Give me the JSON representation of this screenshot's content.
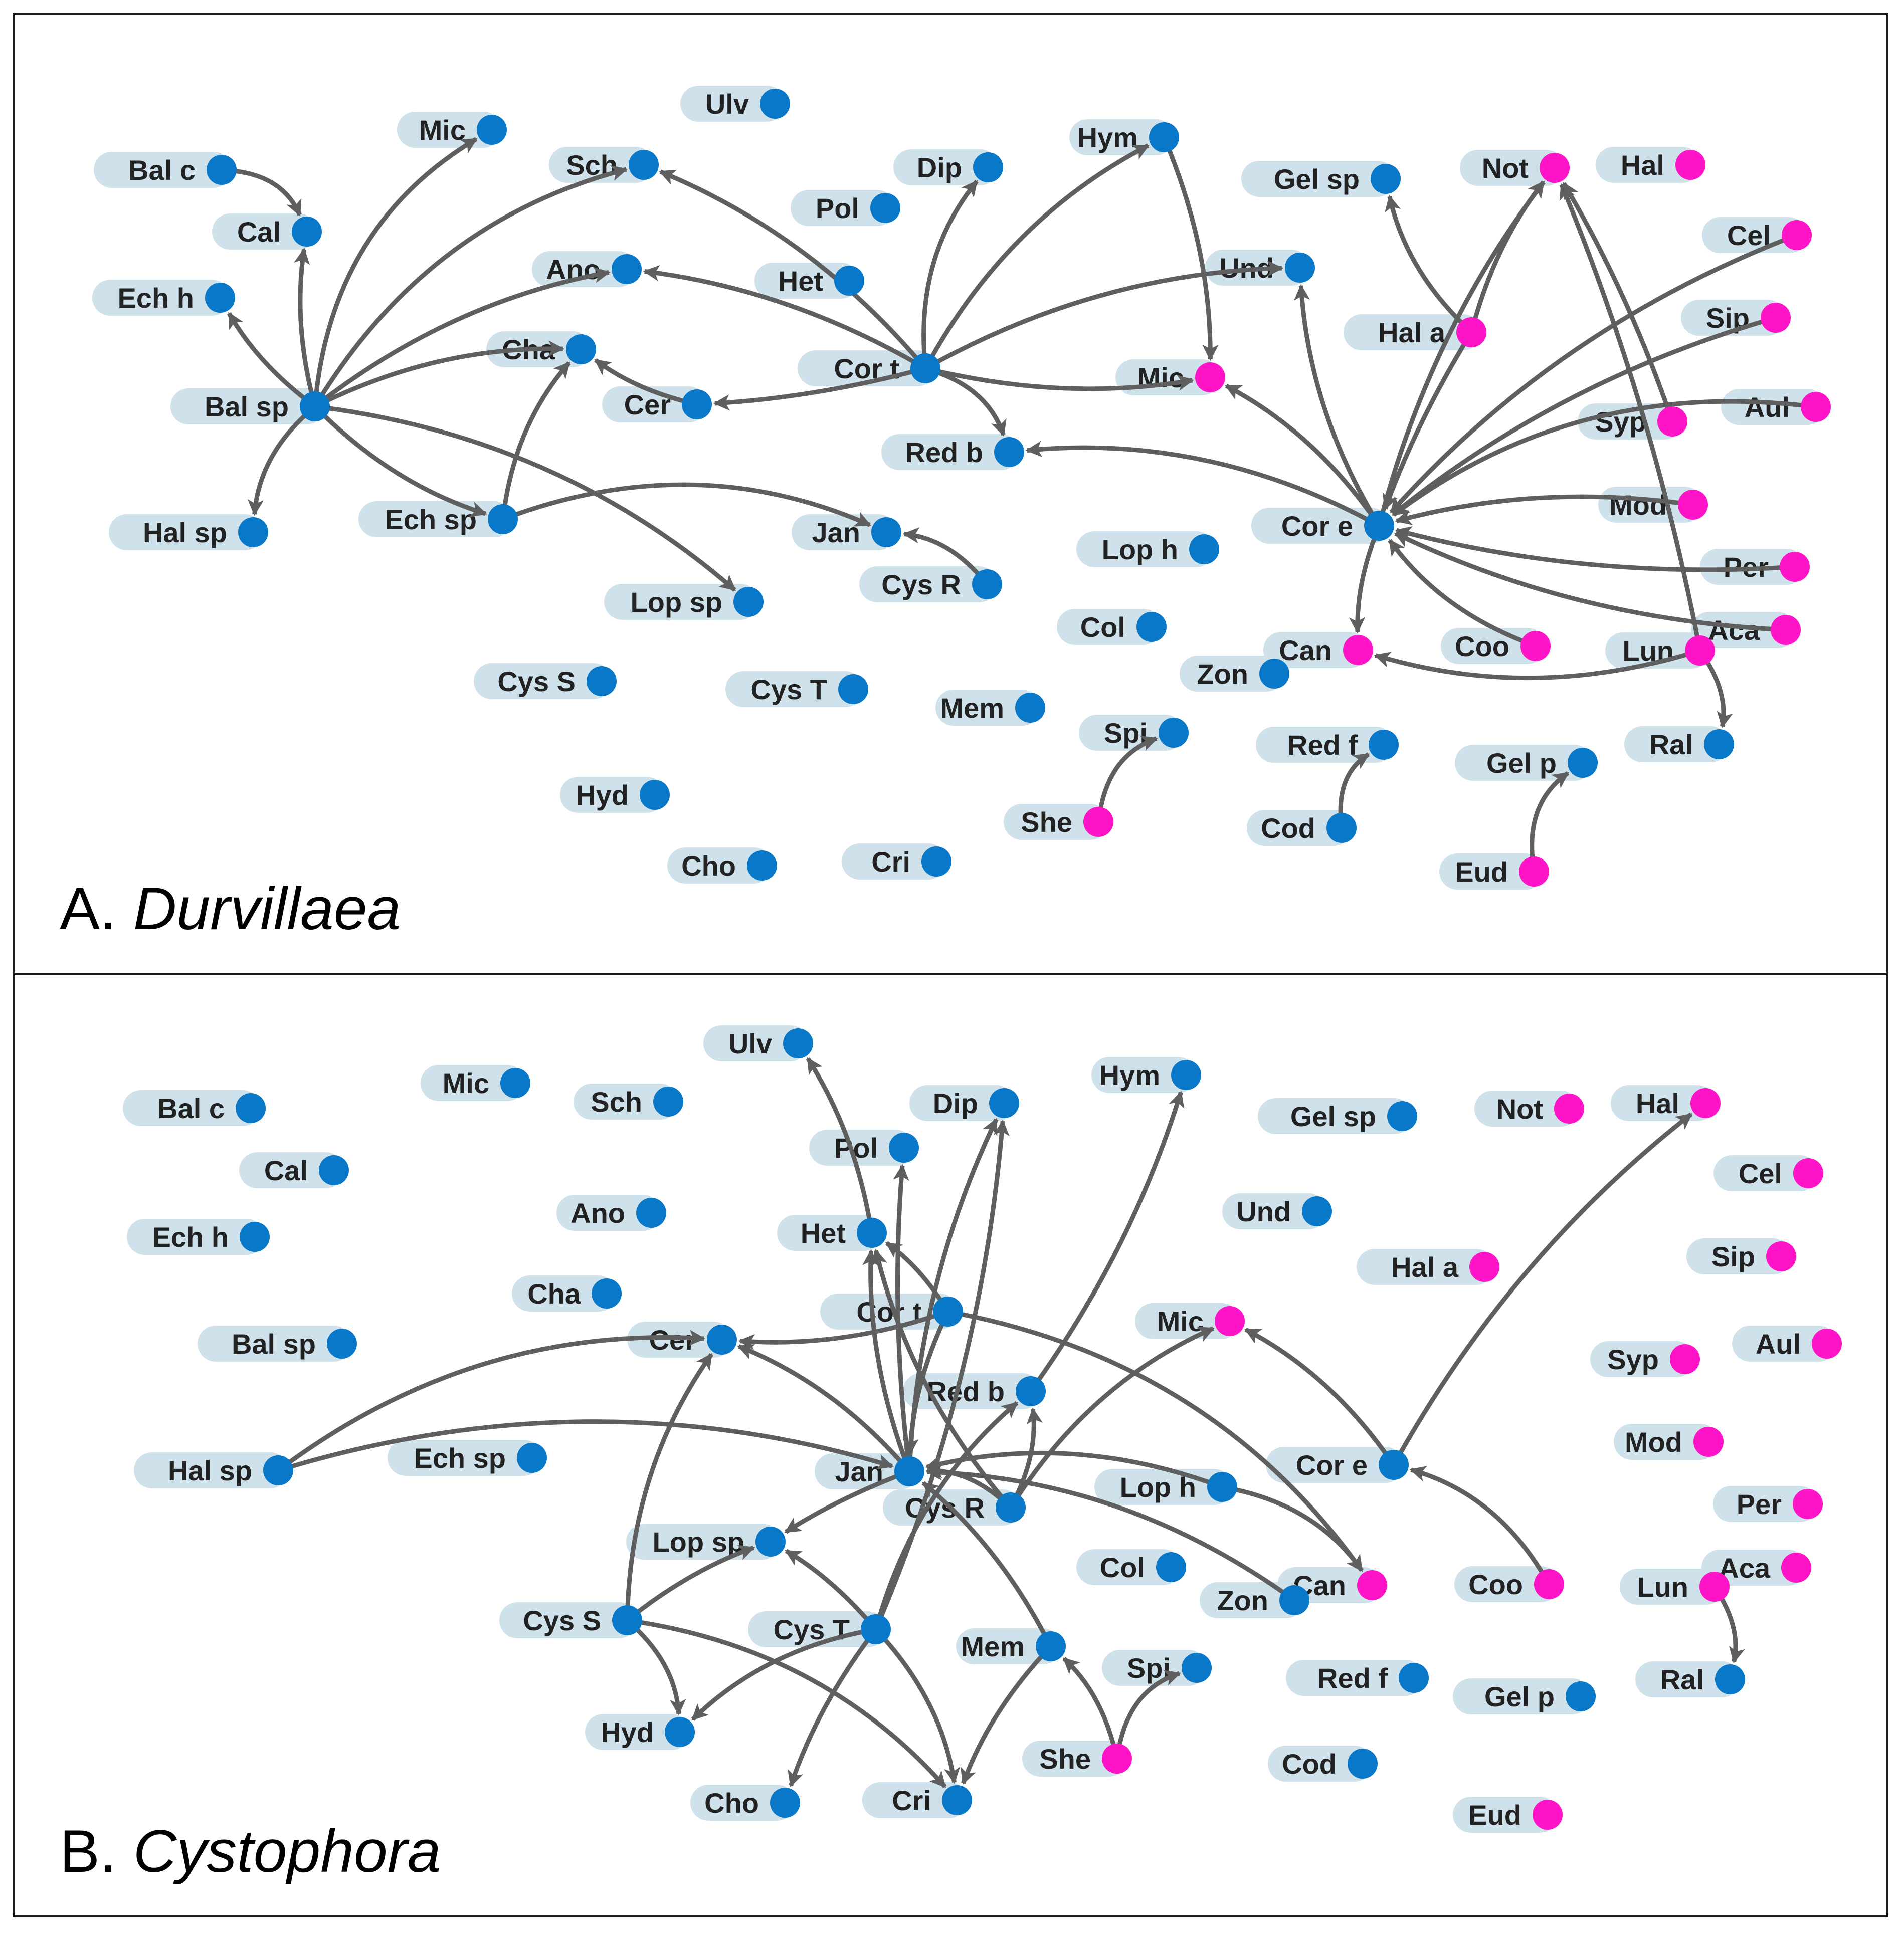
{
  "colors": {
    "blue": "#0a78c8",
    "pink": "#ff14c8",
    "label_bg": "#cfe2ec",
    "edge": "#5f5f5f"
  },
  "panels": [
    {
      "letter": "A.",
      "species": "Durvillaea",
      "nodes": [
        {
          "id": "Bal c",
          "label": "Bal c",
          "color": "blue"
        },
        {
          "id": "Mic",
          "label": "Mic",
          "color": "blue"
        },
        {
          "id": "Ulv",
          "label": "Ulv",
          "color": "blue"
        },
        {
          "id": "Sch",
          "label": "Sch",
          "color": "blue"
        },
        {
          "id": "Dip",
          "label": "Dip",
          "color": "blue"
        },
        {
          "id": "Hym",
          "label": "Hym",
          "color": "blue"
        },
        {
          "id": "Gel sp",
          "label": "Gel sp",
          "color": "blue"
        },
        {
          "id": "Not",
          "label": "Not",
          "color": "pink"
        },
        {
          "id": "Hal",
          "label": "Hal",
          "color": "pink"
        },
        {
          "id": "Cal",
          "label": "Cal",
          "color": "blue"
        },
        {
          "id": "Pol",
          "label": "Pol",
          "color": "blue"
        },
        {
          "id": "Cel",
          "label": "Cel",
          "color": "pink"
        },
        {
          "id": "Ech h",
          "label": "Ech h",
          "color": "blue"
        },
        {
          "id": "Ano",
          "label": "Ano",
          "color": "blue"
        },
        {
          "id": "Het",
          "label": "Het",
          "color": "blue"
        },
        {
          "id": "Und",
          "label": "Und",
          "color": "blue"
        },
        {
          "id": "Sip",
          "label": "Sip",
          "color": "pink"
        },
        {
          "id": "Hal a",
          "label": "Hal a",
          "color": "pink"
        },
        {
          "id": "Cha",
          "label": "Cha",
          "color": "blue"
        },
        {
          "id": "Cor t",
          "label": "Cor t",
          "color": "blue"
        },
        {
          "id": "Mic2",
          "label": "Mic",
          "color": "pink"
        },
        {
          "id": "Bal sp",
          "label": "Bal sp",
          "color": "blue"
        },
        {
          "id": "Cer",
          "label": "Cer",
          "color": "blue"
        },
        {
          "id": "Syp",
          "label": "Syp",
          "color": "pink"
        },
        {
          "id": "Aul",
          "label": "Aul",
          "color": "pink"
        },
        {
          "id": "Red b",
          "label": "Red b",
          "color": "blue"
        },
        {
          "id": "Mod",
          "label": "Mod",
          "color": "pink"
        },
        {
          "id": "Ech sp",
          "label": "Ech sp",
          "color": "blue"
        },
        {
          "id": "Hal sp",
          "label": "Hal sp",
          "color": "blue"
        },
        {
          "id": "Jan",
          "label": "Jan",
          "color": "blue"
        },
        {
          "id": "Cor e",
          "label": "Cor e",
          "color": "blue"
        },
        {
          "id": "Lop h",
          "label": "Lop h",
          "color": "blue"
        },
        {
          "id": "Per",
          "label": "Per",
          "color": "pink"
        },
        {
          "id": "Cys R",
          "label": "Cys R",
          "color": "blue"
        },
        {
          "id": "Lop sp",
          "label": "Lop sp",
          "color": "blue"
        },
        {
          "id": "Col",
          "label": "Col",
          "color": "blue"
        },
        {
          "id": "Aca",
          "label": "Aca",
          "color": "pink"
        },
        {
          "id": "Coo",
          "label": "Coo",
          "color": "pink"
        },
        {
          "id": "Can",
          "label": "Can",
          "color": "pink"
        },
        {
          "id": "Lun",
          "label": "Lun",
          "color": "pink"
        },
        {
          "id": "Zon",
          "label": "Zon",
          "color": "blue"
        },
        {
          "id": "Cys S",
          "label": "Cys S",
          "color": "blue"
        },
        {
          "id": "Cys T",
          "label": "Cys T",
          "color": "blue"
        },
        {
          "id": "Mem",
          "label": "Mem",
          "color": "blue"
        },
        {
          "id": "Spi",
          "label": "Spi",
          "color": "blue"
        },
        {
          "id": "Red f",
          "label": "Red f",
          "color": "blue"
        },
        {
          "id": "Ral",
          "label": "Ral",
          "color": "blue"
        },
        {
          "id": "Gel p",
          "label": "Gel p",
          "color": "blue"
        },
        {
          "id": "Hyd",
          "label": "Hyd",
          "color": "blue"
        },
        {
          "id": "She",
          "label": "She",
          "color": "pink"
        },
        {
          "id": "Cod",
          "label": "Cod",
          "color": "blue"
        },
        {
          "id": "Cho",
          "label": "Cho",
          "color": "blue"
        },
        {
          "id": "Cri",
          "label": "Cri",
          "color": "blue"
        },
        {
          "id": "Eud",
          "label": "Eud",
          "color": "pink"
        }
      ],
      "edges": [
        {
          "from": "Bal c",
          "to": "Cal"
        },
        {
          "from": "Bal sp",
          "to": "Cal"
        },
        {
          "from": "Bal sp",
          "to": "Ech h"
        },
        {
          "from": "Bal sp",
          "to": "Mic"
        },
        {
          "from": "Bal sp",
          "to": "Sch"
        },
        {
          "from": "Bal sp",
          "to": "Ano"
        },
        {
          "from": "Bal sp",
          "to": "Cha"
        },
        {
          "from": "Bal sp",
          "to": "Hal sp"
        },
        {
          "from": "Bal sp",
          "to": "Ech sp"
        },
        {
          "from": "Bal sp",
          "to": "Lop sp"
        },
        {
          "from": "Ech sp",
          "to": "Cha"
        },
        {
          "from": "Ech sp",
          "to": "Jan"
        },
        {
          "from": "Cys R",
          "to": "Jan"
        },
        {
          "from": "Cer",
          "to": "Cha"
        },
        {
          "from": "Cor t",
          "to": "Cer"
        },
        {
          "from": "Cor t",
          "to": "Ano"
        },
        {
          "from": "Cor t",
          "to": "Sch"
        },
        {
          "from": "Cor t",
          "to": "Dip"
        },
        {
          "from": "Cor t",
          "to": "Hym"
        },
        {
          "from": "Cor t",
          "to": "Und"
        },
        {
          "from": "Cor t",
          "to": "Mic2"
        },
        {
          "from": "Cor t",
          "to": "Red b"
        },
        {
          "from": "Hym",
          "to": "Mic2"
        },
        {
          "from": "Cor e",
          "to": "Red b"
        },
        {
          "from": "Cor e",
          "to": "Mic2"
        },
        {
          "from": "Cor e",
          "to": "Und"
        },
        {
          "from": "Cor e",
          "to": "Not"
        },
        {
          "from": "Cor e",
          "to": "Can"
        },
        {
          "from": "Hal a",
          "to": "Gel sp"
        },
        {
          "from": "Hal a",
          "to": "Cor e"
        },
        {
          "from": "Hal a",
          "to": "Not"
        },
        {
          "from": "Cel",
          "to": "Cor e"
        },
        {
          "from": "Sip",
          "to": "Cor e"
        },
        {
          "from": "Syp",
          "to": "Not"
        },
        {
          "from": "Aul",
          "to": "Cor e"
        },
        {
          "from": "Mod",
          "to": "Cor e"
        },
        {
          "from": "Per",
          "to": "Cor e"
        },
        {
          "from": "Aca",
          "to": "Cor e"
        },
        {
          "from": "Coo",
          "to": "Cor e"
        },
        {
          "from": "Lun",
          "to": "Not"
        },
        {
          "from": "Lun",
          "to": "Can"
        },
        {
          "from": "Lun",
          "to": "Ral"
        },
        {
          "from": "She",
          "to": "Spi"
        },
        {
          "from": "Cod",
          "to": "Red f"
        },
        {
          "from": "Eud",
          "to": "Gel p"
        }
      ]
    },
    {
      "letter": "B.",
      "species": "Cystophora",
      "nodes": [
        {
          "id": "Ulv",
          "label": "Ulv",
          "color": "blue"
        },
        {
          "id": "Mic",
          "label": "Mic",
          "color": "blue"
        },
        {
          "id": "Hym",
          "label": "Hym",
          "color": "blue"
        },
        {
          "id": "Bal c",
          "label": "Bal c",
          "color": "blue"
        },
        {
          "id": "Sch",
          "label": "Sch",
          "color": "blue"
        },
        {
          "id": "Dip",
          "label": "Dip",
          "color": "blue"
        },
        {
          "id": "Gel sp",
          "label": "Gel sp",
          "color": "blue"
        },
        {
          "id": "Not",
          "label": "Not",
          "color": "pink"
        },
        {
          "id": "Hal",
          "label": "Hal",
          "color": "pink"
        },
        {
          "id": "Pol",
          "label": "Pol",
          "color": "blue"
        },
        {
          "id": "Cal",
          "label": "Cal",
          "color": "blue"
        },
        {
          "id": "Cel",
          "label": "Cel",
          "color": "pink"
        },
        {
          "id": "Ano",
          "label": "Ano",
          "color": "blue"
        },
        {
          "id": "Und",
          "label": "Und",
          "color": "blue"
        },
        {
          "id": "Ech h",
          "label": "Ech h",
          "color": "blue"
        },
        {
          "id": "Het",
          "label": "Het",
          "color": "blue"
        },
        {
          "id": "Sip",
          "label": "Sip",
          "color": "pink"
        },
        {
          "id": "Hal a",
          "label": "Hal a",
          "color": "pink"
        },
        {
          "id": "Cha",
          "label": "Cha",
          "color": "blue"
        },
        {
          "id": "Cor t",
          "label": "Cor t",
          "color": "blue"
        },
        {
          "id": "Mic2",
          "label": "Mic",
          "color": "pink"
        },
        {
          "id": "Cer",
          "label": "Cer",
          "color": "blue"
        },
        {
          "id": "Bal sp",
          "label": "Bal sp",
          "color": "blue"
        },
        {
          "id": "Aul",
          "label": "Aul",
          "color": "pink"
        },
        {
          "id": "Syp",
          "label": "Syp",
          "color": "pink"
        },
        {
          "id": "Red b",
          "label": "Red b",
          "color": "blue"
        },
        {
          "id": "Mod",
          "label": "Mod",
          "color": "pink"
        },
        {
          "id": "Ech sp",
          "label": "Ech sp",
          "color": "blue"
        },
        {
          "id": "Hal sp",
          "label": "Hal sp",
          "color": "blue"
        },
        {
          "id": "Jan",
          "label": "Jan",
          "color": "blue"
        },
        {
          "id": "Cor e",
          "label": "Cor e",
          "color": "blue"
        },
        {
          "id": "Lop h",
          "label": "Lop h",
          "color": "blue"
        },
        {
          "id": "Per",
          "label": "Per",
          "color": "pink"
        },
        {
          "id": "Cys R",
          "label": "Cys R",
          "color": "blue"
        },
        {
          "id": "Lop sp",
          "label": "Lop sp",
          "color": "blue"
        },
        {
          "id": "Col",
          "label": "Col",
          "color": "blue"
        },
        {
          "id": "Aca",
          "label": "Aca",
          "color": "pink"
        },
        {
          "id": "Can",
          "label": "Can",
          "color": "pink"
        },
        {
          "id": "Coo",
          "label": "Coo",
          "color": "pink"
        },
        {
          "id": "Lun",
          "label": "Lun",
          "color": "pink"
        },
        {
          "id": "Zon",
          "label": "Zon",
          "color": "blue"
        },
        {
          "id": "Cys S",
          "label": "Cys S",
          "color": "blue"
        },
        {
          "id": "Cys T",
          "label": "Cys T",
          "color": "blue"
        },
        {
          "id": "Mem",
          "label": "Mem",
          "color": "blue"
        },
        {
          "id": "Spi",
          "label": "Spi",
          "color": "blue"
        },
        {
          "id": "Red f",
          "label": "Red f",
          "color": "blue"
        },
        {
          "id": "Ral",
          "label": "Ral",
          "color": "blue"
        },
        {
          "id": "Gel p",
          "label": "Gel p",
          "color": "blue"
        },
        {
          "id": "Hyd",
          "label": "Hyd",
          "color": "blue"
        },
        {
          "id": "She",
          "label": "She",
          "color": "pink"
        },
        {
          "id": "Cod",
          "label": "Cod",
          "color": "blue"
        },
        {
          "id": "Cho",
          "label": "Cho",
          "color": "blue"
        },
        {
          "id": "Cri",
          "label": "Cri",
          "color": "blue"
        },
        {
          "id": "Eud",
          "label": "Eud",
          "color": "pink"
        }
      ],
      "edges": [
        {
          "from": "Het",
          "to": "Ulv"
        },
        {
          "from": "Jan",
          "to": "Pol"
        },
        {
          "from": "Jan",
          "to": "Dip"
        },
        {
          "from": "Cys T",
          "to": "Dip"
        },
        {
          "from": "Cor t",
          "to": "Het"
        },
        {
          "from": "Cys R",
          "to": "Het"
        },
        {
          "from": "Jan",
          "to": "Het"
        },
        {
          "from": "Red b",
          "to": "Hym"
        },
        {
          "from": "Cor t",
          "to": "Cer"
        },
        {
          "from": "Jan",
          "to": "Cer"
        },
        {
          "from": "Cys S",
          "to": "Cer"
        },
        {
          "from": "Hal sp",
          "to": "Cer"
        },
        {
          "from": "Hal sp",
          "to": "Jan"
        },
        {
          "from": "Cor t",
          "to": "Jan"
        },
        {
          "from": "Cor t",
          "to": "Can"
        },
        {
          "from": "Cys R",
          "to": "Red b"
        },
        {
          "from": "Cys T",
          "to": "Red b"
        },
        {
          "from": "Cys R",
          "to": "Jan"
        },
        {
          "from": "Lop h",
          "to": "Can"
        },
        {
          "from": "Lop h",
          "to": "Jan"
        },
        {
          "from": "Zon",
          "to": "Jan"
        },
        {
          "from": "Cys R",
          "to": "Mic2"
        },
        {
          "from": "Cys S",
          "to": "Lop sp"
        },
        {
          "from": "Jan",
          "to": "Lop sp"
        },
        {
          "from": "Cys T",
          "to": "Lop sp"
        },
        {
          "from": "Cys S",
          "to": "Hyd"
        },
        {
          "from": "Cys S",
          "to": "Cri"
        },
        {
          "from": "Cys T",
          "to": "Hyd"
        },
        {
          "from": "Cys T",
          "to": "Cho"
        },
        {
          "from": "Cys T",
          "to": "Cri"
        },
        {
          "from": "Mem",
          "to": "Cri"
        },
        {
          "from": "Mem",
          "to": "Jan"
        },
        {
          "from": "She",
          "to": "Mem"
        },
        {
          "from": "She",
          "to": "Spi"
        },
        {
          "from": "Cor e",
          "to": "Hal"
        },
        {
          "from": "Cor e",
          "to": "Mic2"
        },
        {
          "from": "Coo",
          "to": "Cor e"
        },
        {
          "from": "Lun",
          "to": "Ral"
        }
      ]
    }
  ]
}
